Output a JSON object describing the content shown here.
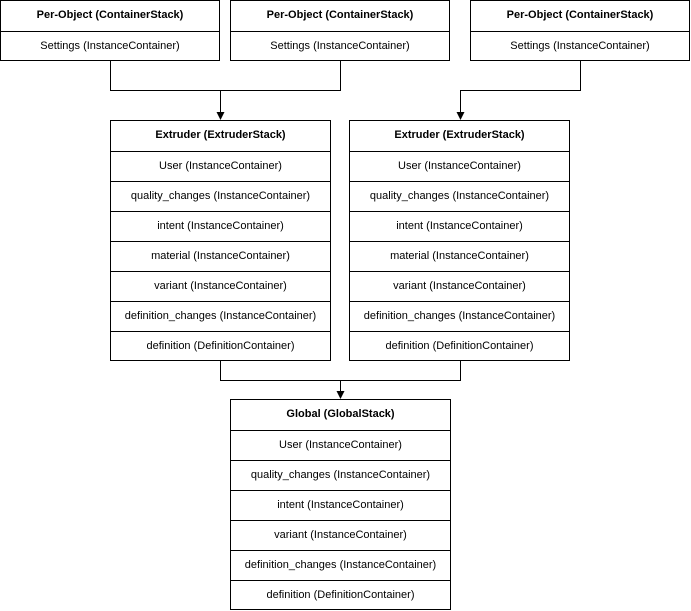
{
  "per_object_stacks": [
    {
      "title": "Per-Object (ContainerStack)",
      "containers": [
        "Settings (InstanceContainer)"
      ]
    },
    {
      "title": "Per-Object (ContainerStack)",
      "containers": [
        "Settings (InstanceContainer)"
      ]
    },
    {
      "title": "Per-Object (ContainerStack)",
      "containers": [
        "Settings (InstanceContainer)"
      ]
    }
  ],
  "extruder_stacks": [
    {
      "title": "Extruder (ExtruderStack)",
      "containers": [
        "User (InstanceContainer)",
        "quality_changes (InstanceContainer)",
        "intent (InstanceContainer)",
        "material (InstanceContainer)",
        "variant (InstanceContainer)",
        "definition_changes (InstanceContainer)",
        "definition (DefinitionContainer)"
      ]
    },
    {
      "title": "Extruder (ExtruderStack)",
      "containers": [
        "User (InstanceContainer)",
        "quality_changes (InstanceContainer)",
        "intent (InstanceContainer)",
        "material (InstanceContainer)",
        "variant (InstanceContainer)",
        "definition_changes (InstanceContainer)",
        "definition (DefinitionContainer)"
      ]
    }
  ],
  "global_stack": {
    "title": "Global (GlobalStack)",
    "containers": [
      "User (InstanceContainer)",
      "quality_changes (InstanceContainer)",
      "intent (InstanceContainer)",
      "variant (InstanceContainer)",
      "definition_changes (InstanceContainer)",
      "definition (DefinitionContainer)"
    ]
  },
  "colors": {
    "line": "#000000",
    "box_fill": "#ffffff",
    "text": "#000000"
  }
}
